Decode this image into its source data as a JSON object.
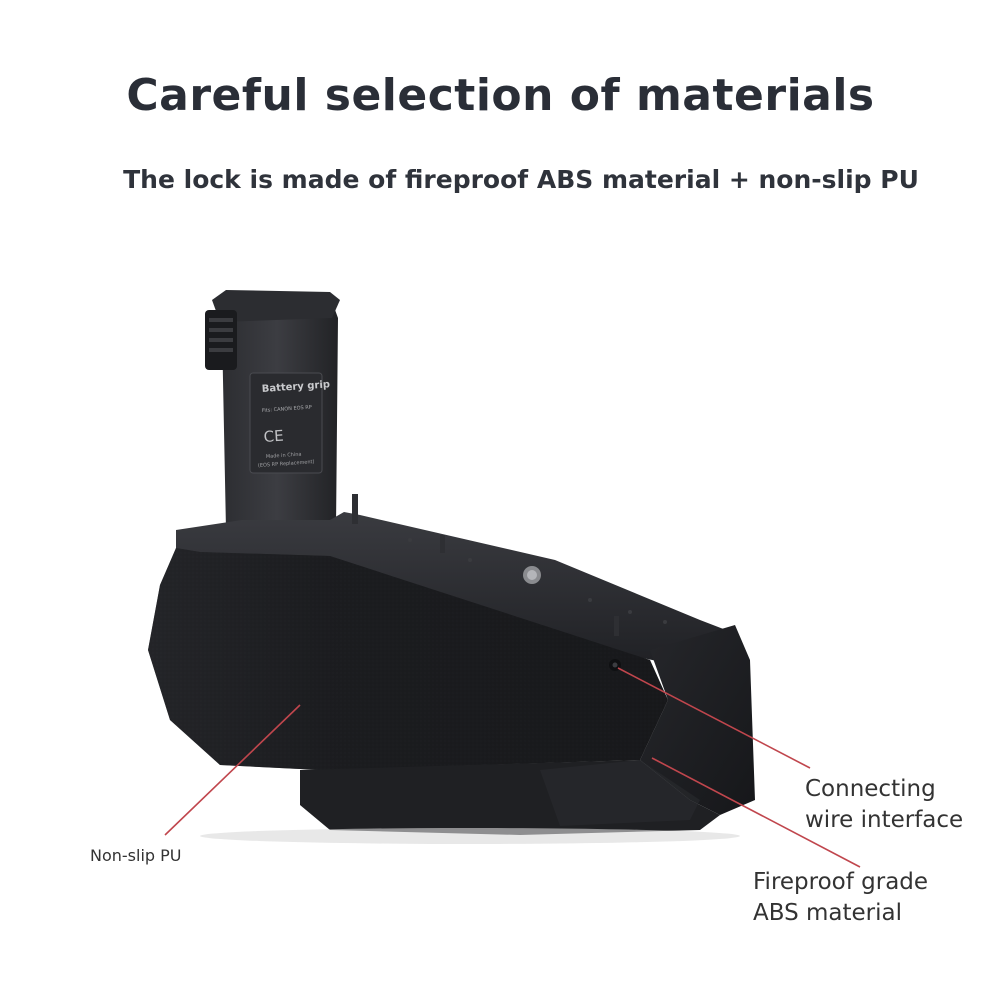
{
  "headline": "Careful selection of materials",
  "subheadline": "The lock is made of fireproof ABS material + non-slip PU",
  "product": {
    "label_title": "Battery grip",
    "label_fits": "Fits: CANON EOS RP",
    "label_marks": "CE",
    "label_origin": "Made in China",
    "label_model": "(EOS RP Replacement)"
  },
  "callouts": {
    "grip": "Non-slip PU",
    "port_line1": "Connecting",
    "port_line2": "wire interface",
    "body_line1": "Fireproof grade",
    "body_line2": "ABS material"
  },
  "colors": {
    "leader_line": "#c0464d",
    "body_dark": "#1d1e21"
  }
}
